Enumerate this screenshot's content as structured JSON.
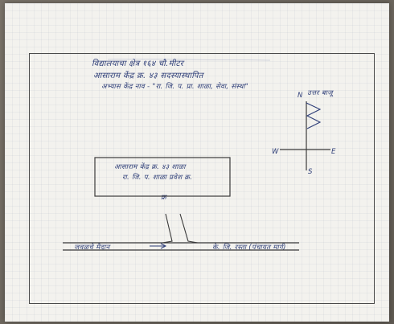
{
  "document": {
    "header_lines": [
      "विद्यालयाचा क्षेत्र  १६४ चौ.मीटर",
      "आसाराम केंद्र क्र. ४३ सदस्यास्थापित",
      "अभ्यास केंद्र नाव - \"रा. जि. प. प्रा. शाळा, सेवा, संस्था\""
    ],
    "header_note": "उत्तर बाजू",
    "compass": {
      "north": "N",
      "south": "S",
      "east": "E",
      "west": "W"
    },
    "box_lines": [
      "आसाराम केंद्र क्र. ४३ शाळा",
      "रा. जि. प. शाळा प्रवेश क्र."
    ],
    "box_bottom_mark": "क्र",
    "road_left_label": "जवळचे मैदान",
    "road_right_label": "के. जि. रस्ता (पंचायत मार्ग)"
  }
}
